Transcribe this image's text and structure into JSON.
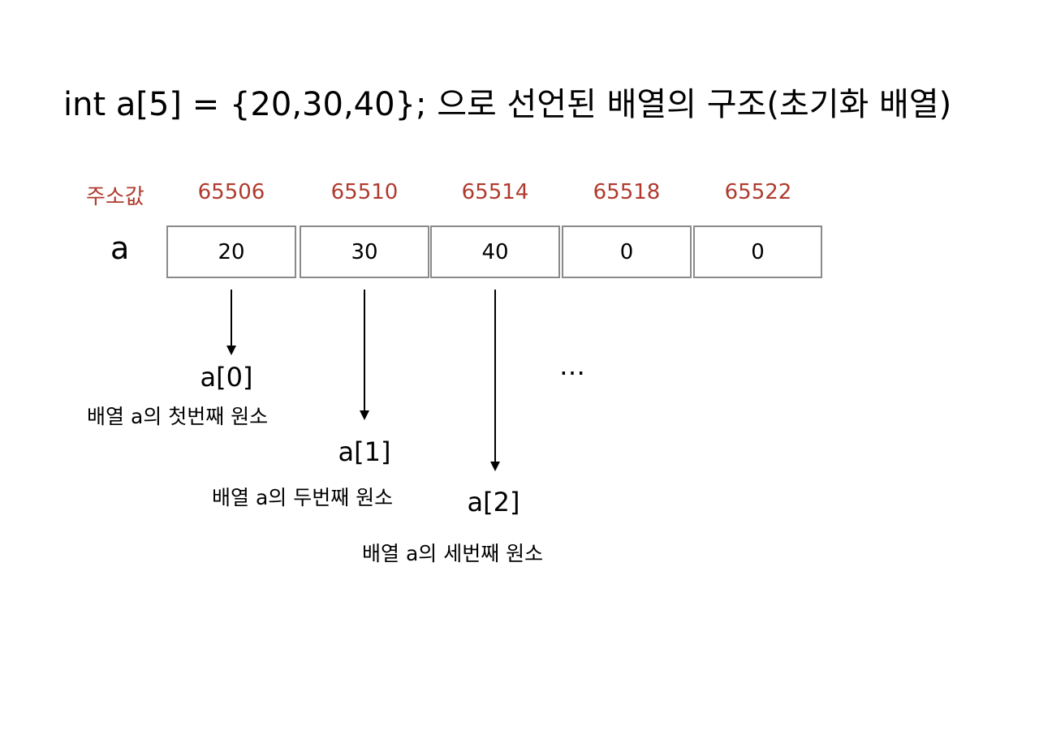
{
  "title": "int a[5] = {20,30,40}; 으로 선언된 배열의 구조(초기화 배열)",
  "address_label": "주소값",
  "variable_name": "a",
  "addresses": [
    "65506",
    "65510",
    "65514",
    "65518",
    "65522"
  ],
  "cells": [
    "20",
    "30",
    "40",
    "0",
    "0"
  ],
  "elements": [
    {
      "index_label": "a[0]",
      "description": "배열 a의 첫번째 원소"
    },
    {
      "index_label": "a[1]",
      "description": "배열 a의 두번째 원소"
    },
    {
      "index_label": "a[2]",
      "description": "배열 a의 세번째 원소"
    }
  ],
  "ellipsis": "…",
  "colors": {
    "address": "#b03a2e",
    "cell_border": "#8a8a8a",
    "text": "#000000"
  }
}
